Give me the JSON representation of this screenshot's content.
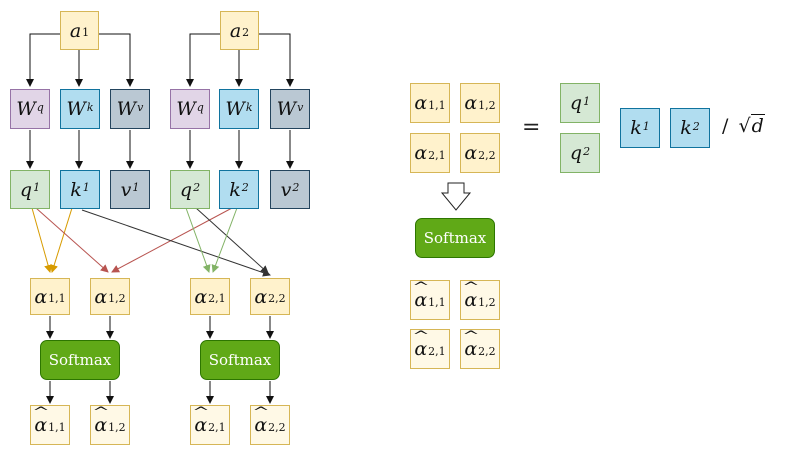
{
  "left": {
    "inputs": [
      "a",
      "a"
    ],
    "input_subs": [
      "1",
      "2"
    ],
    "weights": [
      "W",
      "W",
      "W",
      "W",
      "W",
      "W"
    ],
    "weight_sups": [
      "q",
      "k",
      "v",
      "q",
      "k",
      "v"
    ],
    "qkv": [
      "q",
      "k",
      "v",
      "q",
      "k",
      "v"
    ],
    "qkv_sups": [
      "1",
      "1",
      "1",
      "2",
      "2",
      "2"
    ],
    "alphas": [
      {
        "sym": "α",
        "sub": "1,1"
      },
      {
        "sym": "α",
        "sub": "1,2"
      },
      {
        "sym": "α",
        "sub": "2,1"
      },
      {
        "sym": "α",
        "sub": "2,2"
      }
    ],
    "softmax_labels": [
      "Softmax",
      "Softmax"
    ],
    "alpha_hats": [
      {
        "sym": "α",
        "sub": "1,1"
      },
      {
        "sym": "α",
        "sub": "1,2"
      },
      {
        "sym": "α",
        "sub": "2,1"
      },
      {
        "sym": "α",
        "sub": "2,2"
      }
    ]
  },
  "right": {
    "matrix": [
      {
        "sym": "α",
        "sub": "1,1"
      },
      {
        "sym": "α",
        "sub": "1,2"
      },
      {
        "sym": "α",
        "sub": "2,1"
      },
      {
        "sym": "α",
        "sub": "2,2"
      }
    ],
    "equals": "=",
    "q_col": [
      {
        "sym": "q",
        "sup": "1"
      },
      {
        "sym": "q",
        "sup": "2"
      }
    ],
    "k_row": [
      {
        "sym": "k",
        "sup": "1"
      },
      {
        "sym": "k",
        "sup": "2"
      }
    ],
    "divide": "/",
    "sqrt_of": "d",
    "softmax_label": "Softmax",
    "hat_matrix": [
      {
        "sym": "α",
        "sub": "1,1"
      },
      {
        "sym": "α",
        "sub": "1,2"
      },
      {
        "sym": "α",
        "sub": "2,1"
      },
      {
        "sym": "α",
        "sub": "2,2"
      }
    ]
  },
  "colors": {
    "input": "#fff2cc",
    "query_weight": "#e1d5e7",
    "key_weight": "#b1ddf0",
    "value_weight": "#bac8d3",
    "query": "#d5e8d4",
    "softmax": "#60a917",
    "edge_q1": "#d79b00",
    "edge_k1": "#b85450",
    "edge_k2_dark": "#333333",
    "edge_q2": "#82b366"
  }
}
